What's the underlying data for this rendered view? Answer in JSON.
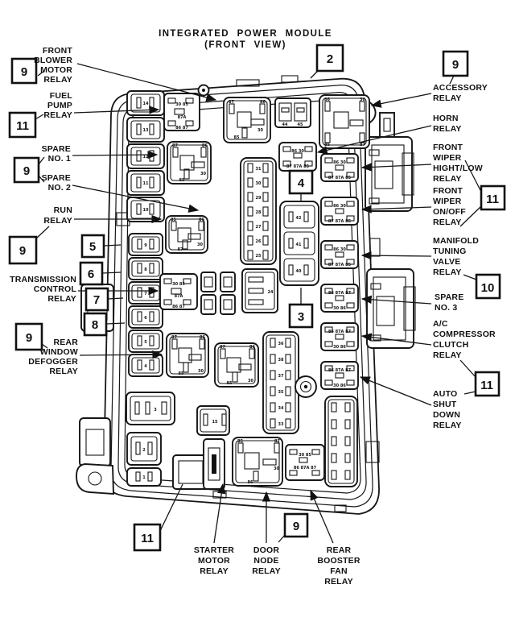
{
  "title": [
    "INTEGRATED POWER MODULE",
    "(FRONT VIEW)"
  ],
  "callouts": {
    "front_blower": "9",
    "fuel_pump": "11",
    "spare": "9",
    "run": "9",
    "f5": "5",
    "f6": "6",
    "f7": "7",
    "f8": "8",
    "defogger": "9",
    "top_cover": "2",
    "accessory": "9",
    "front_wiper": "11",
    "manifold": "10",
    "ac_auto": "11",
    "starter": "11",
    "door": "9",
    "inner4": "4",
    "inner3": "3"
  },
  "labels": {
    "front_blower": [
      "FRONT",
      "BLOWER",
      "MOTOR",
      "RELAY"
    ],
    "fuel_pump": [
      "FUEL",
      "PUMP",
      "RELAY"
    ],
    "spare1": [
      "SPARE",
      "NO. 1"
    ],
    "spare2": [
      "SPARE",
      "NO. 2"
    ],
    "run": [
      "RUN",
      "RELAY"
    ],
    "transmission": [
      "TRANSMISSION",
      "CONTROL",
      "RELAY"
    ],
    "rear_defogger": [
      "REAR",
      "WINDOW",
      "DEFOGGER",
      "RELAY"
    ],
    "accessory": [
      "ACCESSORY",
      "RELAY"
    ],
    "horn": [
      "HORN",
      "RELAY"
    ],
    "front_wiper_hl": [
      "FRONT",
      "WIPER",
      "HIGHT/LOW",
      "RELAY"
    ],
    "front_wiper_oo": [
      "FRONT",
      "WIPER",
      "ON/OFF",
      "RELAY"
    ],
    "manifold": [
      "MANIFOLD",
      "TUNING",
      "VALVE",
      "RELAY"
    ],
    "spare3": [
      "SPARE",
      "NO. 3"
    ],
    "ac_clutch": [
      "A/C",
      "COMPRESSOR",
      "CLUTCH",
      "RELAY"
    ],
    "auto_shutdown": [
      "AUTO",
      "SHUT",
      "DOWN",
      "RELAY"
    ],
    "starter": [
      "STARTER",
      "MOTOR",
      "RELAY"
    ],
    "door_node": [
      "DOOR",
      "NODE",
      "RELAY"
    ],
    "rear_booster": [
      "REAR",
      "BOOSTER",
      "FAN",
      "RELAY"
    ]
  },
  "module": {
    "left_fuses_top": [
      "14",
      "13",
      "12",
      "11",
      "10"
    ],
    "left_fuses_mid": [
      "9",
      "8",
      "7",
      "6",
      "5",
      "4"
    ],
    "left_fuses_bottom": [
      "3",
      "2",
      "1"
    ],
    "strip1": [
      "31",
      "30",
      "29",
      "28",
      "27",
      "26",
      "25"
    ],
    "strip2": [
      "36",
      "38",
      "37",
      "35",
      "34",
      "33"
    ],
    "cavity_fuses": [
      "42",
      "41",
      "40"
    ],
    "jcase": [
      "44",
      "45"
    ],
    "fuse15": "15",
    "block24": "24",
    "pins": {
      "blower": [
        "87",
        "86",
        "30",
        "85"
      ],
      "accessory": [
        "86",
        "30",
        "85",
        "87"
      ],
      "spare": [
        "87",
        "86",
        "30",
        "85"
      ],
      "run": [
        "85",
        "86",
        "30",
        "87"
      ],
      "defogger": [
        "87",
        "86",
        "30",
        "85"
      ],
      "center": [
        "87",
        "86",
        "30",
        "85"
      ],
      "door": [
        "85",
        "87",
        "30",
        "86"
      ],
      "micro": [
        "30 85",
        "87A",
        "86 87"
      ],
      "mini_a_top": "86  30",
      "mini_a_bot": "87 87A 85",
      "mini_b_top": "86 87A 87",
      "mini_b_bot": "30  86",
      "booster_top": "30  85",
      "booster_bot": "86 87A 87"
    }
  }
}
